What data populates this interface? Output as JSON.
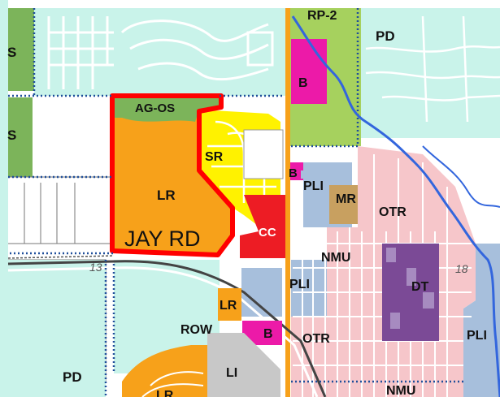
{
  "zones": {
    "rp2": "RP-2",
    "pd_top": "PD",
    "pd_bottom": "PD",
    "s_top": "S",
    "s_mid": "S",
    "ag_os": "AG-OS",
    "lr_main": "LR",
    "lr_small": "LR",
    "lr_bottom": "LR",
    "sr": "SR",
    "cc": "CC",
    "b_top": "B",
    "b_mid": "B",
    "b_bottom": "B",
    "pli_1": "PLI",
    "pli_2": "PLI",
    "pli_3": "PLI",
    "mr": "MR",
    "otr_1": "OTR",
    "otr_2": "OTR",
    "nmu_1": "NMU",
    "nmu_2": "NMU",
    "dt": "DT",
    "row": "ROW",
    "li": "LI"
  },
  "area_title": "JAY RD",
  "road_numbers": {
    "r13": "13",
    "r18": "18"
  },
  "colors": {
    "LR": "#f7a11a",
    "SR": "#fff200",
    "CC": "#ed1c24",
    "B": "#ec1aa8",
    "PLI": "#a7bfdc",
    "OTR": "#f6c6ca",
    "DT": "#7b4a96",
    "MR": "#c8a060",
    "NMU": "#f6c6ca",
    "PD": "#c9f3ea",
    "AG-OS": "#7cb45a",
    "RP-2": "#a6d15e",
    "LI": "#c8c8c8",
    "S": "#7cb45a",
    "outline": "#ff0000",
    "boundary": "#1f4e9a",
    "creek": "#3366dd",
    "road": "#f7a11a"
  }
}
